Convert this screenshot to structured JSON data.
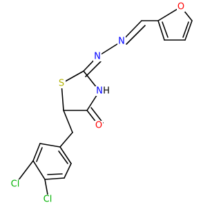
{
  "molecule": {
    "colors": {
      "bond": "#000000",
      "O": "#ff0000",
      "N": "#0000ff",
      "S": "#b2b200",
      "Cl": "#00b200"
    },
    "atoms": {
      "O_furan": "O",
      "N_imine_a": "N",
      "N_imine_b": "N",
      "S_ring": "S",
      "N_ring": "N",
      "H_ring": "H",
      "O_carbonyl": "O",
      "Cl_meta": "Cl",
      "Cl_para": "Cl"
    }
  }
}
